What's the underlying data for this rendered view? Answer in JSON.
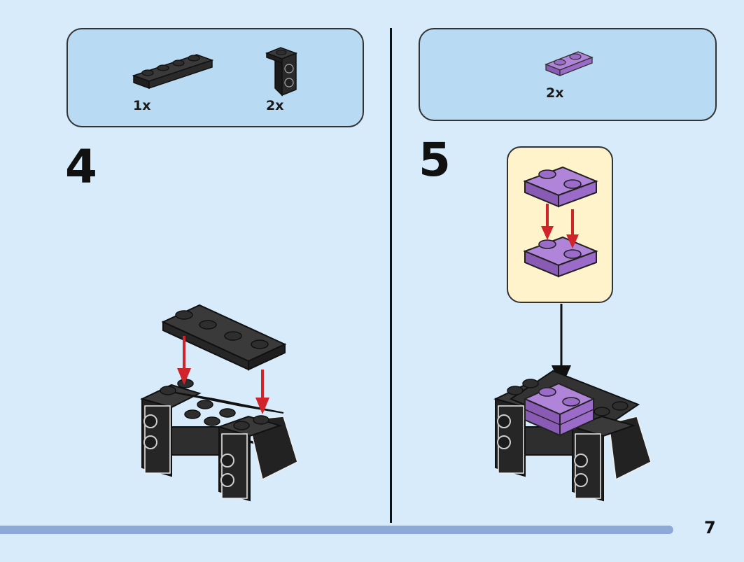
{
  "step4": {
    "number": "4",
    "parts": [
      {
        "icon": "black-plate-1x4-icon",
        "qty": "1x"
      },
      {
        "icon": "black-bracket-icon",
        "qty": "2x"
      }
    ]
  },
  "step5": {
    "number": "5",
    "parts": [
      {
        "icon": "purple-plate-1x2-icon",
        "qty": "2x"
      }
    ]
  },
  "page": {
    "number": "7"
  },
  "colors": {
    "background": "#d7ebfa",
    "parts_box": "#b8daf3",
    "callout": "#fff3cc",
    "brick_black": "#2b2b2b",
    "brick_purple": "#9b6bc9",
    "arrow_red": "#d0232a",
    "footer_bar": "#8ea9d8"
  }
}
